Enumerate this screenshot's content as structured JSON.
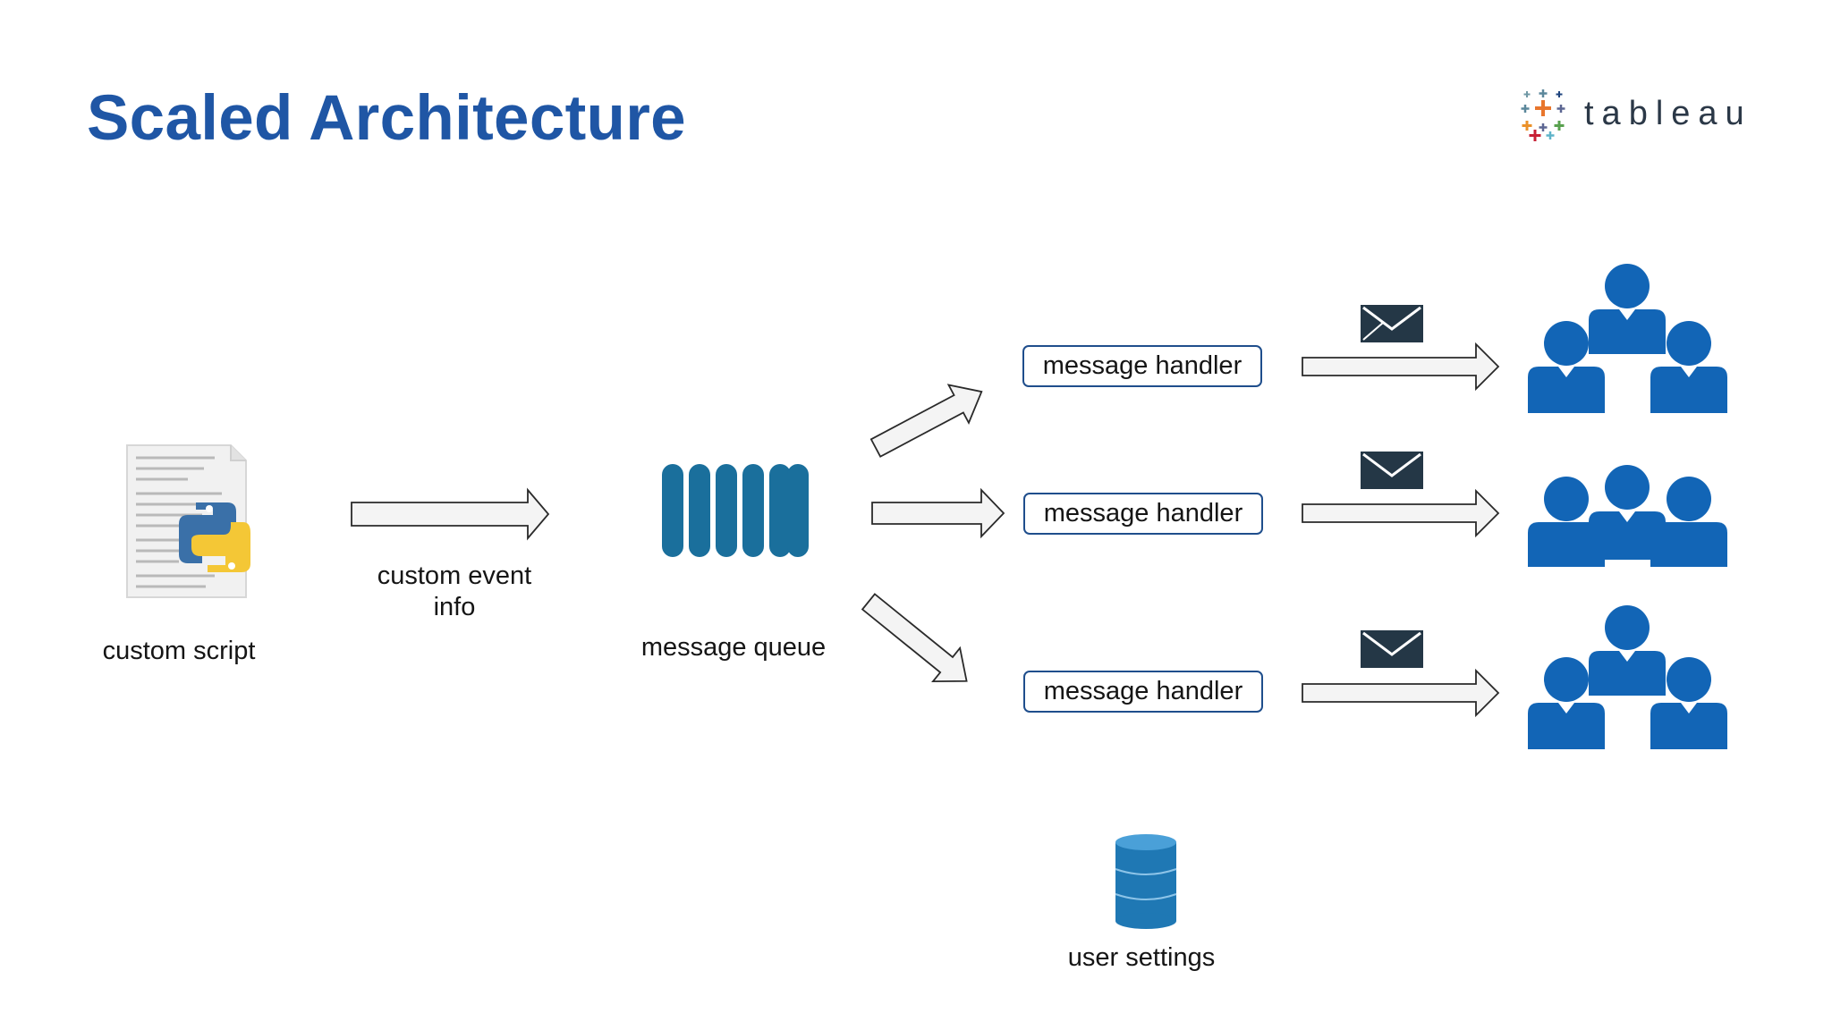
{
  "slide": {
    "title": "Scaled Architecture"
  },
  "logo": {
    "text": "tableau",
    "icon": "tableau-logo-icon"
  },
  "nodes": {
    "script": {
      "label": "custom script",
      "icon": "python-script-icon"
    },
    "event_info": {
      "label": "custom event\ninfo"
    },
    "queue": {
      "label": "message queue",
      "icon": "message-queue-icon"
    },
    "handlers": [
      {
        "label": "message handler"
      },
      {
        "label": "message handler"
      },
      {
        "label": "message handler"
      }
    ],
    "settings": {
      "label": "user settings",
      "icon": "database-icon"
    }
  },
  "icons": {
    "envelope": "envelope-icon",
    "users": "user-group-icon"
  },
  "colors": {
    "title": "#1f56a5",
    "queue": "#1a6f9c",
    "users": "#1265b6",
    "database": "#1f78b4",
    "envelope": "#243746",
    "arrow_fill": "#f4f4f4",
    "arrow_stroke": "#2a2a2a",
    "handler_border": "#1f4e8c"
  }
}
